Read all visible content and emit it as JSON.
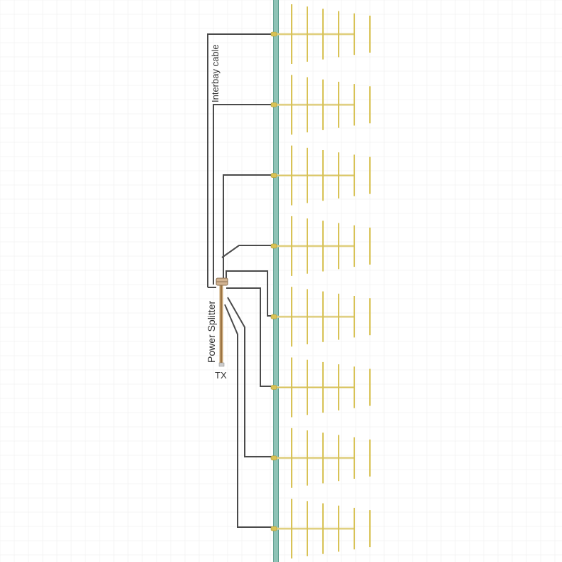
{
  "labels": {
    "interbay": "Interbay cable",
    "splitter": "Power Splitter",
    "tx": "TX"
  },
  "colors": {
    "mast": "#8ec3b6",
    "mast_edge": "#5f9f90",
    "element": "#d8c255",
    "boom": "#e7dca8",
    "cable": "#4a4a4a",
    "feeder": "#c6a06e",
    "splitter": "#d3b492",
    "grid": "#ececec"
  },
  "antenna_bay_count": 8,
  "antenna_element_count": 6
}
